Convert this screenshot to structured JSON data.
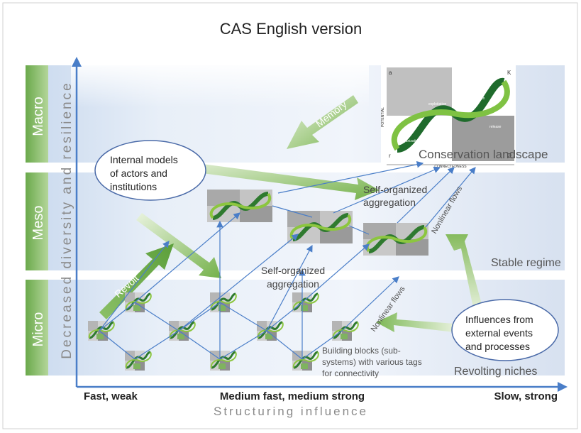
{
  "title": "CAS English version",
  "levels": {
    "macro": "Macro",
    "meso": "Meso",
    "micro": "Micro"
  },
  "y_axis_label": "Decreased diversity and resilience",
  "x_axis_label": "Structuring influence",
  "x_ticks": {
    "left": "Fast, weak",
    "middle": "Medium fast, medium strong",
    "right": "Slow, strong"
  },
  "ellipse_internal": [
    "Internal models",
    "of actors and",
    "institutions"
  ],
  "ellipse_external": [
    "Influences from",
    "external events",
    "and processes"
  ],
  "memory": "Memory",
  "revolt": "Revolt",
  "landscape": "Conservation landscape",
  "self_org_upper": [
    "Self-organized",
    "aggregation"
  ],
  "self_org_lower": [
    "Self-organized",
    "aggregation"
  ],
  "nonlinear_upper": "Nonlinear flows",
  "nonlinear_lower": "Nonlinear flows",
  "stable_regime": "Stable regime",
  "revolting_niches": "Revolting niches",
  "building_blocks": [
    "Building blocks (sub-",
    "systems) with various tags",
    "for connectivity"
  ],
  "macro_panel": {
    "corner_a": "a",
    "corner_k": "K",
    "corner_r": "r",
    "corner_o": "Ω",
    "y_label": "POTENTIAL",
    "x_label": "CONNECTEDNESS",
    "loop_labels": [
      "exploitation",
      "conservation",
      "release",
      "reorganization"
    ]
  },
  "colors": {
    "green_dark": "#2f7a2f",
    "green_light": "#8cc63f",
    "band_green": "#7ab55c",
    "axis_blue": "#4a7ec8",
    "arrow_green": "#8fbf6a"
  }
}
